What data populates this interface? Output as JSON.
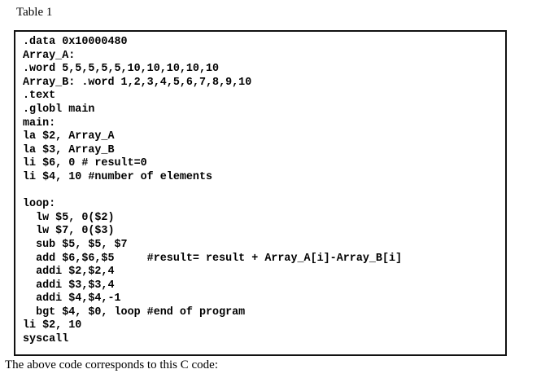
{
  "page": {
    "table_label": "Table 1",
    "caption": "The above code corresponds to this C code:"
  },
  "code": {
    "language": "mips-assembly",
    "lines": [
      ".data 0x10000480",
      "Array_A:",
      ".word 5,5,5,5,5,10,10,10,10,10",
      "Array_B: .word 1,2,3,4,5,6,7,8,9,10",
      ".text",
      ".globl main",
      "main:",
      "la $2, Array_A",
      "la $3, Array_B",
      "li $6, 0 # result=0",
      "li $4, 10 #number of elements",
      "",
      "loop:",
      "  lw $5, 0($2)",
      "  lw $7, 0($3)",
      "  sub $5, $5, $7",
      "  add $6,$6,$5     #result= result + Array_A[i]-Array_B[i]",
      "  addi $2,$2,4",
      "  addi $3,$3,4",
      "  addi $4,$4,-1",
      "  bgt $4, $0, loop #end of program",
      "li $2, 10",
      "syscall"
    ]
  }
}
